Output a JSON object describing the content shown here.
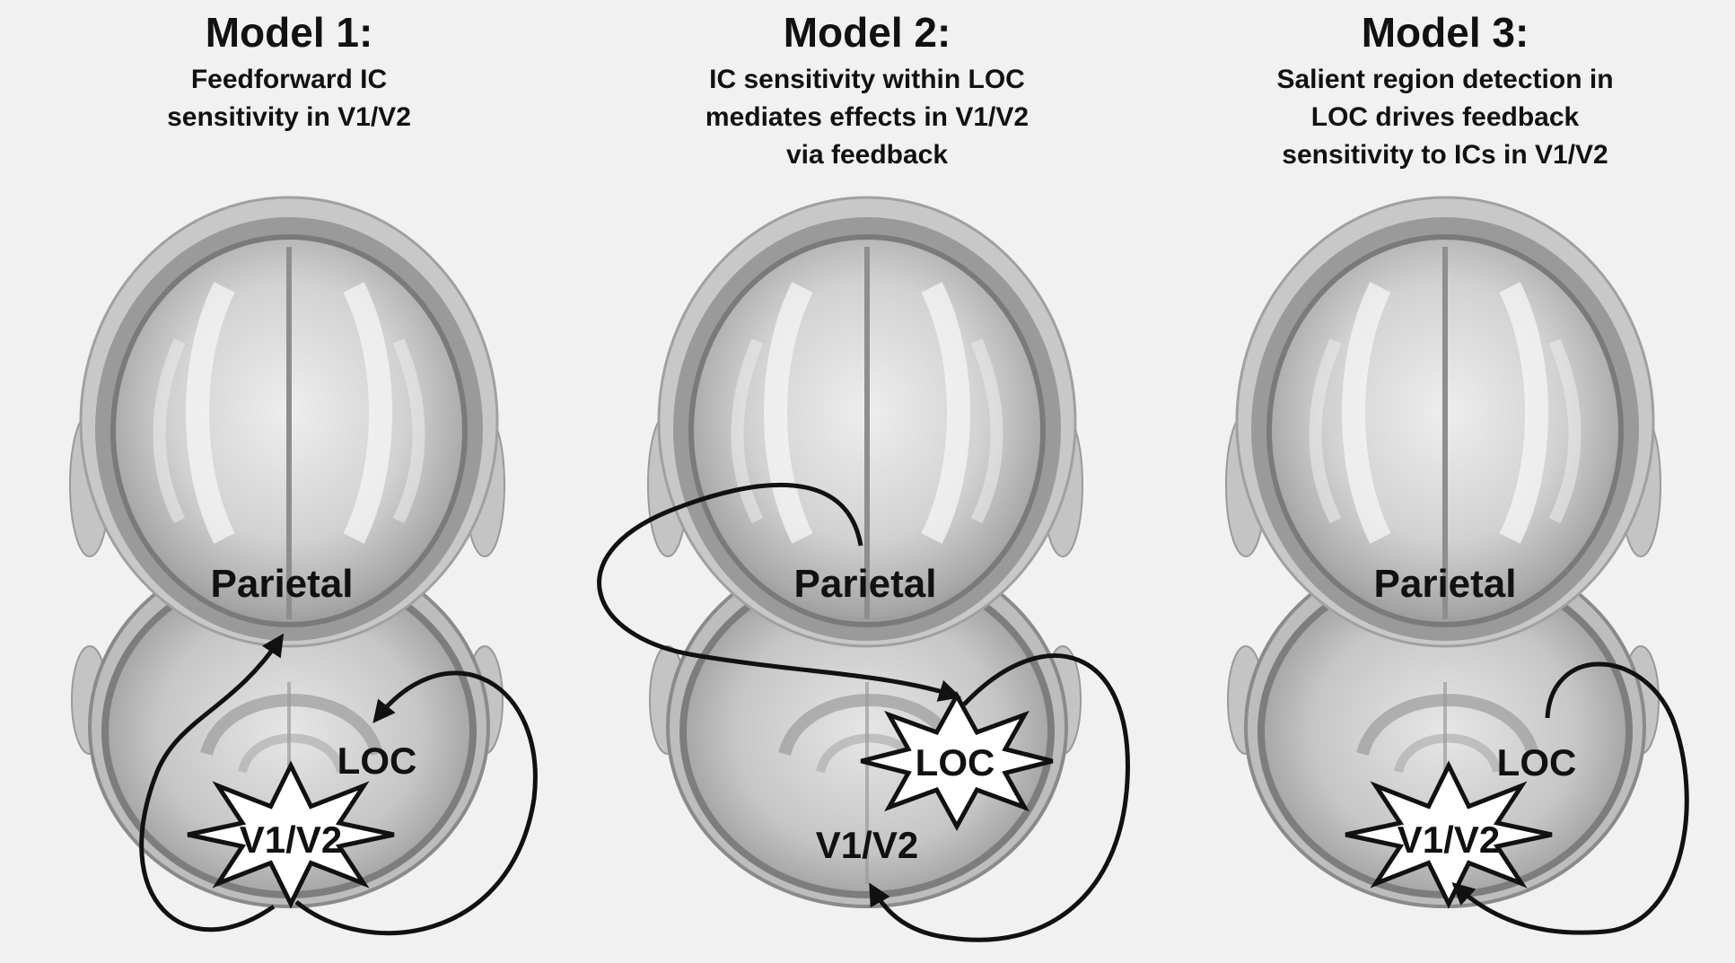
{
  "panels": [
    {
      "title": "Model 1:",
      "subtitle": [
        "Feedforward IC",
        "sensitivity in V1/V2"
      ],
      "labels": {
        "parietal": "Parietal",
        "loc": "LOC",
        "v1v2": "V1/V2"
      },
      "highlight": "v1v2"
    },
    {
      "title": "Model 2:",
      "subtitle": [
        "IC sensitivity within LOC",
        "mediates effects in V1/V2",
        "via feedback"
      ],
      "labels": {
        "parietal": "Parietal",
        "loc": "LOC",
        "v1v2": "V1/V2"
      },
      "highlight": "loc"
    },
    {
      "title": "Model 3:",
      "subtitle": [
        "Salient region detection in",
        "LOC drives feedback",
        "sensitivity to ICs in V1/V2"
      ],
      "labels": {
        "parietal": "Parietal",
        "loc": "LOC",
        "v1v2": "V1/V2"
      },
      "highlight": "v1v2"
    }
  ],
  "colors": {
    "background": "#f1f1f1",
    "brain": "#9a9a9a",
    "ink": "#111111"
  }
}
